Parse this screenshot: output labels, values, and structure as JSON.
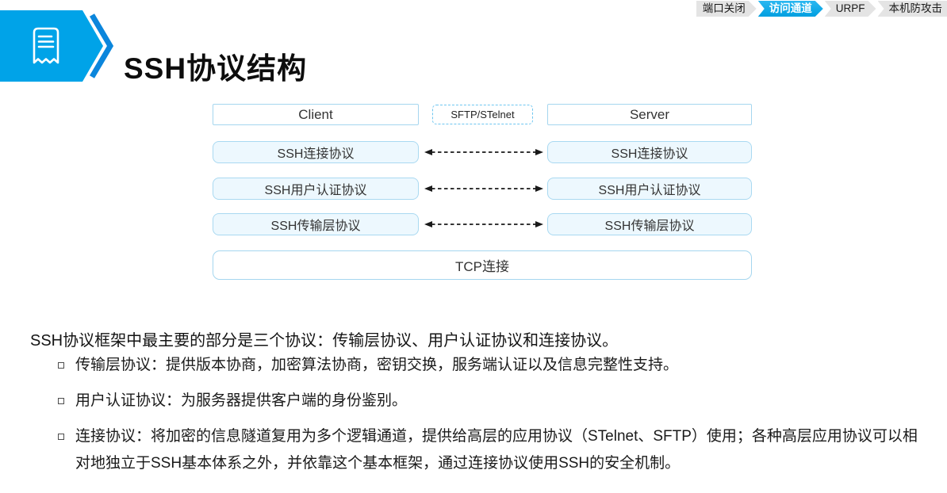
{
  "tabs": {
    "items": [
      {
        "label": "端口关闭",
        "active": false
      },
      {
        "label": "访问通道",
        "active": true
      },
      {
        "label": "URPF",
        "active": false
      },
      {
        "label": "本机防攻击",
        "active": false
      }
    ]
  },
  "header": {
    "title": "SSH协议结构",
    "icon": "note-icon"
  },
  "diagram": {
    "top_row": {
      "client": "Client",
      "middle": "SFTP/STelnet",
      "server": "Server"
    },
    "layers": [
      {
        "left": "SSH连接协议",
        "right": "SSH连接协议"
      },
      {
        "left": "SSH用户认证协议",
        "right": "SSH用户认证协议"
      },
      {
        "left": "SSH传输层协议",
        "right": "SSH传输层协议"
      }
    ],
    "bottom": "TCP连接",
    "arrow_style": "dashed-double-headed"
  },
  "content": {
    "intro": "SSH协议框架中最主要的部分是三个协议：传输层协议、用户认证协议和连接协议。",
    "bullets": [
      "传输层协议：提供版本协商，加密算法协商，密钥交换，服务端认证以及信息完整性支持。",
      "用户认证协议：为服务器提供客户端的身份鉴别。",
      "连接协议：将加密的信息隧道复用为多个逻辑通道，提供给高层的应用协议（STelnet、SFTP）使用；各种高层应用协议可以相对地独立于SSH基本体系之外，并依靠这个基本框架，通过连接协议使用SSH的安全机制。"
    ]
  },
  "colors": {
    "accent_blue": "#00A3E8",
    "chevron_blue": "#0B86DC",
    "active_tab_bg": "#00A5E8",
    "inactive_tab_bg": "#E4E4E4",
    "box_border_blue": "#A5D6EF",
    "layer_box_fill": "#EDF8FE",
    "dashed_box_border": "#6EC6F0",
    "text_dark": "#1A1A1A"
  }
}
